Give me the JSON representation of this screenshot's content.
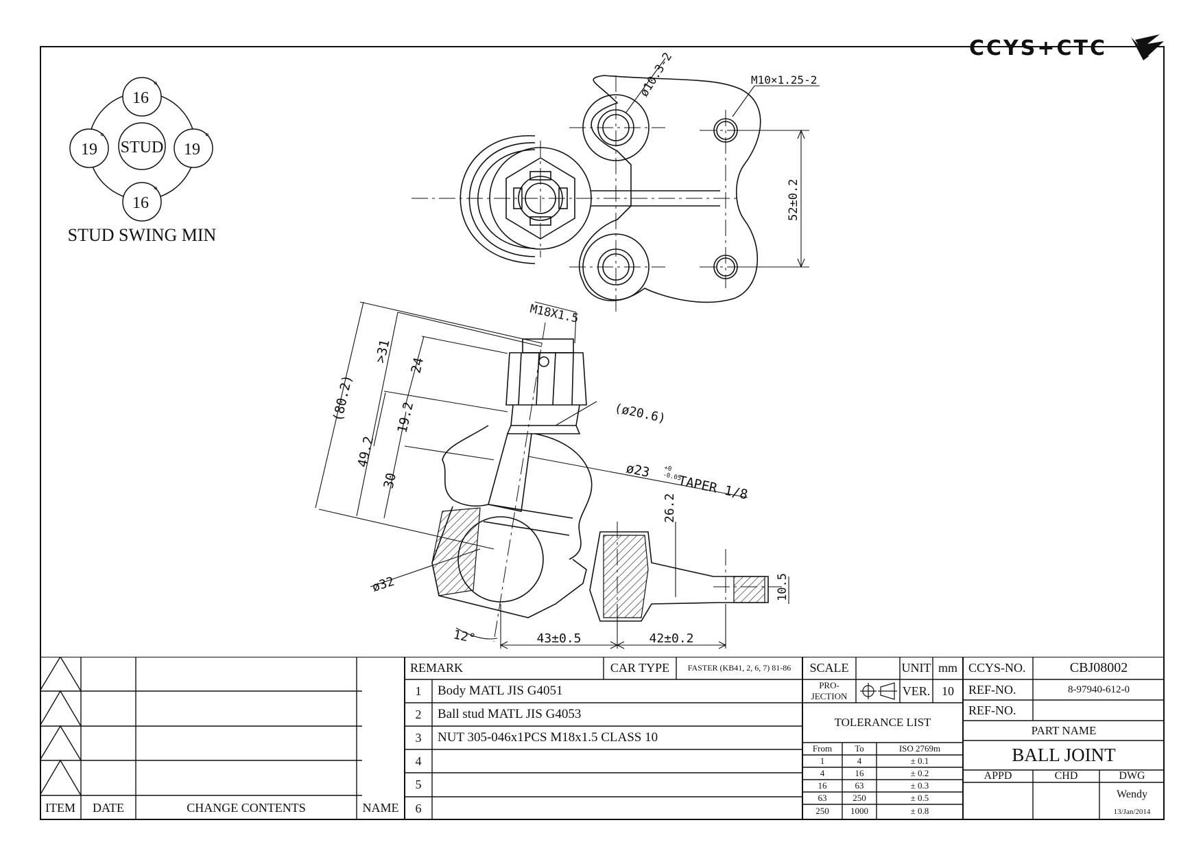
{
  "logo": {
    "text": "CCYS+CTC"
  },
  "swing": {
    "center": "STUD",
    "top": "16",
    "bottom": "16",
    "left": "19",
    "right": "19",
    "degree": "°",
    "caption": "STUD SWING MIN"
  },
  "dims": {
    "hole_dia": "ø10.3-2",
    "thread_holes": "M10×1.25-2",
    "hole_spacing": "52±0.2",
    "stud_thread": "M18X1.5",
    "overall": "(80.2)",
    "gt31": ">31",
    "d24": "24",
    "d49": "49.2",
    "d19": "19.2",
    "d30": "30",
    "dia206": "(ø20.6)",
    "taper_dia": "ø23",
    "taper_tol_up": "+0",
    "taper_tol_dn": "-0.05",
    "taper": "TAPER 1/8",
    "d262": "26.2",
    "d105": "10.5",
    "dia32": "ø32",
    "angle12": "12°",
    "d43": "43±0.5",
    "d42": "42±0.2"
  },
  "revision": {
    "headers": {
      "item": "ITEM",
      "date": "DATE",
      "contents": "CHANGE CONTENTS",
      "name": "NAME"
    }
  },
  "remarks": {
    "header": "REMARK",
    "car_type_label": "CAR TYPE",
    "car_type": "FASTER (KB41, 2, 6, 7) 81-86",
    "rows": [
      {
        "n": "1",
        "text": "Body MATL JIS G4051"
      },
      {
        "n": "2",
        "text": "Ball stud MATL JIS G4053"
      },
      {
        "n": "3",
        "text": "NUT 305-046x1PCS M18x1.5 CLASS 10"
      },
      {
        "n": "4",
        "text": ""
      },
      {
        "n": "5",
        "text": ""
      },
      {
        "n": "6",
        "text": ""
      }
    ]
  },
  "drawing_info": {
    "scale": "SCALE",
    "unit_label": "UNIT",
    "unit": "mm",
    "projection_1": "PRO-",
    "projection_2": "JECTION",
    "ver_label": "VER.",
    "ver": "10",
    "tolerance_title": "TOLERANCE LIST",
    "tol_headers": {
      "from": "From",
      "to": "To",
      "iso": "ISO 2769m"
    },
    "tolerances": [
      {
        "from": "1",
        "to": "4",
        "tol": "± 0.1"
      },
      {
        "from": "4",
        "to": "16",
        "tol": "± 0.2"
      },
      {
        "from": "16",
        "to": "63",
        "tol": "± 0.3"
      },
      {
        "from": "63",
        "to": "250",
        "tol": "± 0.5"
      },
      {
        "from": "250",
        "to": "1000",
        "tol": "± 0.8"
      }
    ]
  },
  "part": {
    "ccys_label": "CCYS-NO.",
    "ccys_no": "CBJ08002",
    "ref_label": "REF-NO.",
    "ref_no": "8-97940-612-0",
    "ref_label2": "REF-NO.",
    "ref_no2": "",
    "part_name_label": "PART NAME",
    "part_name": "BALL JOINT",
    "appd": "APPD",
    "chd": "CHD",
    "dwg": "DWG",
    "drawer": "Wendy",
    "date": "13/Jan/2014"
  }
}
